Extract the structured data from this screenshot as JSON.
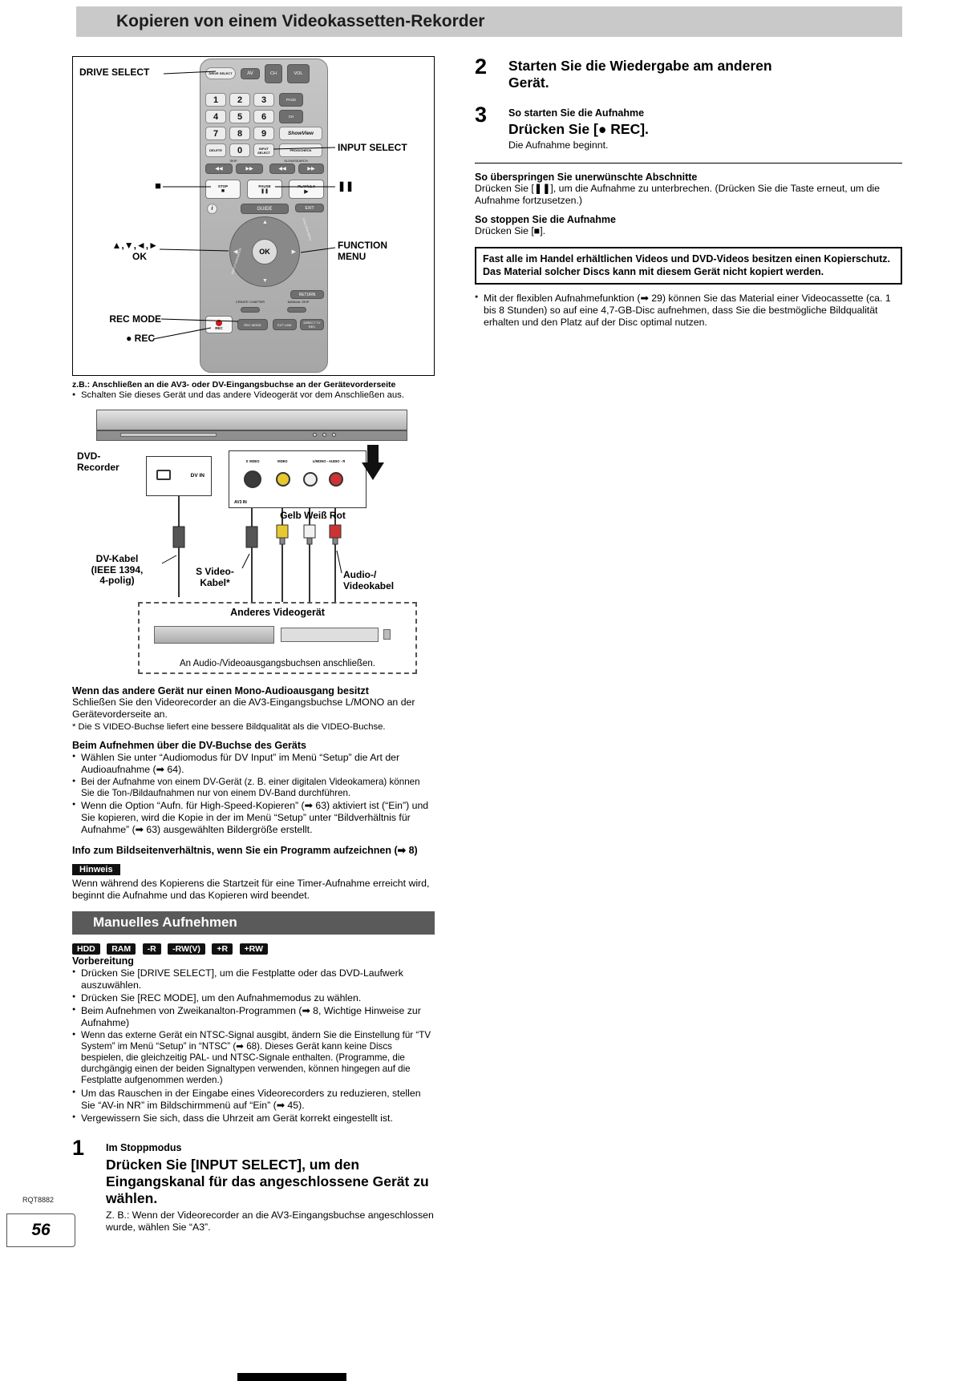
{
  "page": {
    "title": "Kopieren von einem Videokassetten-Rekorder",
    "doc_code": "RQT8882",
    "page_number": "56"
  },
  "remote": {
    "callouts": {
      "drive_select": "DRIVE SELECT",
      "input_select": "INPUT SELECT",
      "stop": "■",
      "pause": "❚❚",
      "function_menu_1": "FUNCTION",
      "function_menu_2": "MENU",
      "arrows": "▲,▼,◄,►",
      "ok": "OK",
      "rec_mode": "REC MODE",
      "rec": "● REC"
    },
    "buttons": {
      "drive_select": "DRIVE SELECT",
      "av": "AV",
      "ch": "CH",
      "vol": "VOL",
      "page": "PAGE",
      "ch2": "CH",
      "digits": [
        "1",
        "2",
        "3",
        "4",
        "5",
        "6",
        "7",
        "8",
        "9",
        "0"
      ],
      "showview": "ShowView",
      "delete": "DELETE",
      "input_select": "INPUT SELECT",
      "prog_check": "PROG/CHECK",
      "skip": "SKIP",
      "slow_search": "SLOW/SEARCH",
      "rew": "◀◀",
      "ff": "▶▶",
      "stop_label": "STOP",
      "stop_symbol": "■",
      "pause_label": "PAUSE",
      "pause_symbol": "❚❚",
      "play_label": "PLAY/x1.3",
      "play_symbol": "▶",
      "exit": "EXIT",
      "guide": "GUIDE",
      "status": "i",
      "direct_navigator": "DIRECT NAVIGATOR",
      "function_menu": "FUNCTION MENU",
      "ok": "OK",
      "return": "RETURN",
      "create_chapter": "CREATE CHAPTER",
      "manual_skip": "MANUAL SKIP",
      "rec": "REC",
      "rec_mode": "REC MODE",
      "ext_link": "EXT LINK",
      "direct_tv_rec": "DIRECT TV REC"
    }
  },
  "connection": {
    "caption": "z.B.: Anschließen an die AV3- oder DV-Eingangsbuchse an der Gerätevorderseite",
    "power_note": "Schalten Sie dieses Gerät und das andere Videogerät vor dem Anschließen aus.",
    "labels": {
      "dvd_recorder_1": "DVD-",
      "dvd_recorder_2": "Recorder",
      "dv_in": "DV IN",
      "av3_in": "AV3 IN",
      "s_video": "S VIDEO",
      "video": "VIDEO",
      "audio": "L/MONO - AUDIO - R",
      "plug_colors": "Gelb Weiß Rot",
      "dv_cable_1": "DV-Kabel",
      "dv_cable_2": "(IEEE 1394,",
      "dv_cable_3": "4-polig)",
      "s_video_cable_1": "S Video-",
      "s_video_cable_2": "Kabel*",
      "av_cable_1": "Audio-/",
      "av_cable_2": "Videokabel",
      "other_device": "Anderes Videogerät",
      "connect_note": "An Audio-/Videoausgangsbuchsen anschließen."
    }
  },
  "mono": {
    "heading": "Wenn das andere Gerät nur einen Mono-Audioausgang besitzt",
    "body": "Schließen Sie den Videorecorder an die AV3-Eingangsbuchse L/MONO an der Gerätevorderseite an.",
    "footnote": "* Die S VIDEO-Buchse liefert eine bessere Bildqualität als die VIDEO-Buchse."
  },
  "dv_section": {
    "heading": "Beim Aufnehmen über die DV-Buchse des Geräts",
    "bullets": [
      "Wählen Sie unter “Audiomodus für DV Input” im Menü “Setup” die Art der Audioaufnahme (➡ 64).",
      "Bei der Aufnahme von einem DV-Gerät (z. B. einer digitalen Videokamera) können Sie die Ton-/Bildaufnahmen nur von einem DV-Band durchführen.",
      "Wenn die Option “Aufn. für High-Speed-Kopieren” (➡ 63) aktiviert ist (“Ein”) und Sie kopieren, wird die Kopie in der im Menü “Setup” unter “Bildverhältnis für Aufnahme” (➡ 63) ausgewählten Bildergröße erstellt."
    ]
  },
  "aspect_info": "Info zum Bildseitenverhältnis, wenn Sie ein Programm aufzeichnen (➡ 8)",
  "hinweis": {
    "badge": "Hinweis",
    "text": "Wenn während des Kopierens die Startzeit für eine Timer-Aufnahme erreicht wird, beginnt die Aufnahme und das Kopieren wird beendet."
  },
  "manual_rec": {
    "header": "Manuelles Aufnehmen",
    "badges": [
      "HDD",
      "RAM",
      "-R",
      "-RW(V)",
      "+R",
      "+RW"
    ],
    "prep_label": "Vorbereitung",
    "bullets": [
      "Drücken Sie [DRIVE SELECT], um die Festplatte oder das DVD-Laufwerk auszuwählen.",
      "Drücken Sie [REC MODE], um den Aufnahmemodus zu wählen.",
      "Beim Aufnehmen von Zweikanalton-Programmen (➡ 8, Wichtige Hinweise zur Aufnahme)",
      "Wenn das externe Gerät ein NTSC-Signal ausgibt, ändern Sie die Einstellung für “TV System” im Menü “Setup” in “NTSC” (➡ 68). Dieses Gerät kann keine Discs bespielen, die gleichzeitig PAL- und NTSC-Signale enthalten. (Programme, die durchgängig einen der beiden Signaltypen verwenden, können hingegen auf die Festplatte aufgenommen werden.)",
      "Um das Rauschen in der Eingabe eines Videorecorders zu reduzieren, stellen Sie “AV-in NR” im Bildschirmmenü auf “Ein” (➡ 45).",
      "Vergewissern Sie sich, dass die Uhrzeit am Gerät korrekt eingestellt ist."
    ]
  },
  "step1": {
    "number": "1",
    "intro": "Im Stoppmodus",
    "action": "Drücken Sie [INPUT SELECT], um den Eingangskanal für das angeschlossene Gerät zu wählen.",
    "note": "Z. B.: Wenn der Videorecorder an die AV3-Eingangsbuchse angeschlossen wurde, wählen Sie “A3”."
  },
  "step2": {
    "number": "2",
    "action": "Starten Sie die Wiedergabe am anderen Gerät."
  },
  "step3": {
    "number": "3",
    "intro": "So starten Sie die Aufnahme",
    "action": "Drücken Sie [● REC].",
    "note": "Die Aufnahme beginnt."
  },
  "skip_section": {
    "heading": "So überspringen Sie unerwünschte Abschnitte",
    "text": "Drücken Sie [❚❚], um die Aufnahme zu unterbrechen. (Drücken Sie die Taste erneut, um die Aufnahme fortzusetzen.)"
  },
  "stop_section": {
    "heading": "So stoppen Sie die Aufnahme",
    "text": "Drücken Sie [■]."
  },
  "copy_protection": "Fast alle im Handel erhältlichen Videos und DVD-Videos besitzen einen Kopierschutz. Das Material solcher Discs kann mit diesem Gerät nicht kopiert werden.",
  "flexible_note": "Mit der flexiblen Aufnahmefunktion (➡ 29) können Sie das Material einer Videocassette (ca. 1 bis 8 Stunden) so auf eine 4,7-GB-Disc aufnehmen, dass Sie die bestmögliche Bildqualität erhalten und den Platz auf der Disc optimal nutzen."
}
